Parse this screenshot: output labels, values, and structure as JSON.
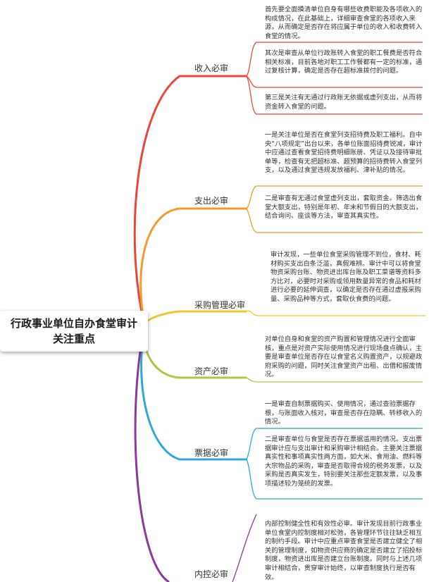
{
  "root": {
    "title_line1": "行政事业单位自办食堂审计",
    "title_line2": "关注重点"
  },
  "branches": [
    {
      "label": "收入必审",
      "color": "#e8473d",
      "leaves": [
        "首先要全面摸清单位自身有哪些收费职能及各项收入的构成情况，在此基础上，详细审查食堂的各项收入来源，从而确定是否存在将应属于单位的收入和收费转入食堂的情况。",
        "其次是审查从单位行政账转入食堂的职工餐费是否符合相关标准，目前各地对职工工作餐都有一定的标准，通过复核计算，确定是否存在超标准拨付的问题。",
        "第三是关注有无通过行政账无依据或虚列支出，从而将资金转入食堂的问题。"
      ]
    },
    {
      "label": "支出必审",
      "color": "#f39b2f",
      "leaves": [
        "一是关注单位是否在食堂列支招待费及职工福利。自中央“八项规定”出台以来，各单位账面招待费锐减，审计中应通过查看食堂招待费明细账册、凭证以及接待审批单等，检查有无把超标准、超预算的招待费转入食堂列支，以及通过食堂违规发放福利、津补贴的情况。",
        "二是审查有无通过食堂虚列支出，套取资金。筛选出食堂大额支出，特别是年初、年末和节假日的大额支出，结合询问、座谈等方法，审查其真实性。"
      ]
    },
    {
      "label": "采购管理必审",
      "color": "#f2c62f",
      "leaves": [
        "审计发现，一些单位食堂采购管理不到位，食材、耗材购买支出白条泛滥，真假难辨。审计中可以将食堂物资采购台账、物资进出库台账及职工菜谱等资料多方比对，必要时对采购或领用数量异常的食品和耗材进行必要的延伸调查，以确定是否存在通过虚报采购量、采购品种等方式，套取伙食费的问题。"
      ]
    },
    {
      "label": "资产必审",
      "color": "#a8c94a",
      "leaves": [
        "对单位自身和食堂的资产购置和管理情况进行全面审核，重点是对资产实际使用情况进行现场盘点确认，主要是审查单位是否存在以食堂名义购置资产，以规避政府采购的问题，同时关注食堂资产出租、出借和报废情况。"
      ]
    },
    {
      "label": "票据必审",
      "color": "#2fa8d9",
      "leaves": [
        "一是审查自制票据购买、使用情况，通过查验票据存根，与账面收入核对，审查是否存在隐瞒、转移收入的情况。",
        "二是审查单位与食堂是否存在票据滥用的情况。支出票据审计应与支出审计和采购审计相结合。主要关注票据真实性和事项真实性两方面，如大米、食用油、燃料等大宗物品的采购，审查是否取得合规的税务发票，以及采购是否真实发生，特别要关注那些定额发票，以及事项描述较为笼统的发票。"
      ]
    },
    {
      "label": "内控必审",
      "color": "#8a3a9a",
      "leaves": [
        "内部控制健全性和有效性必审。审计发现目前行政事业单位食堂内控制度相对松弛，各管理环节往往缺乏相互的制约手段。审计中应重点审查食堂是否建立健全了相关的管理制度，如物资供应商的确定是否建立了招投标制度，物资进出库是否建立台账制度。同时与上述几项审计相结合，贯穿审计始终，以审查制度执行是否有效。"
      ]
    }
  ]
}
